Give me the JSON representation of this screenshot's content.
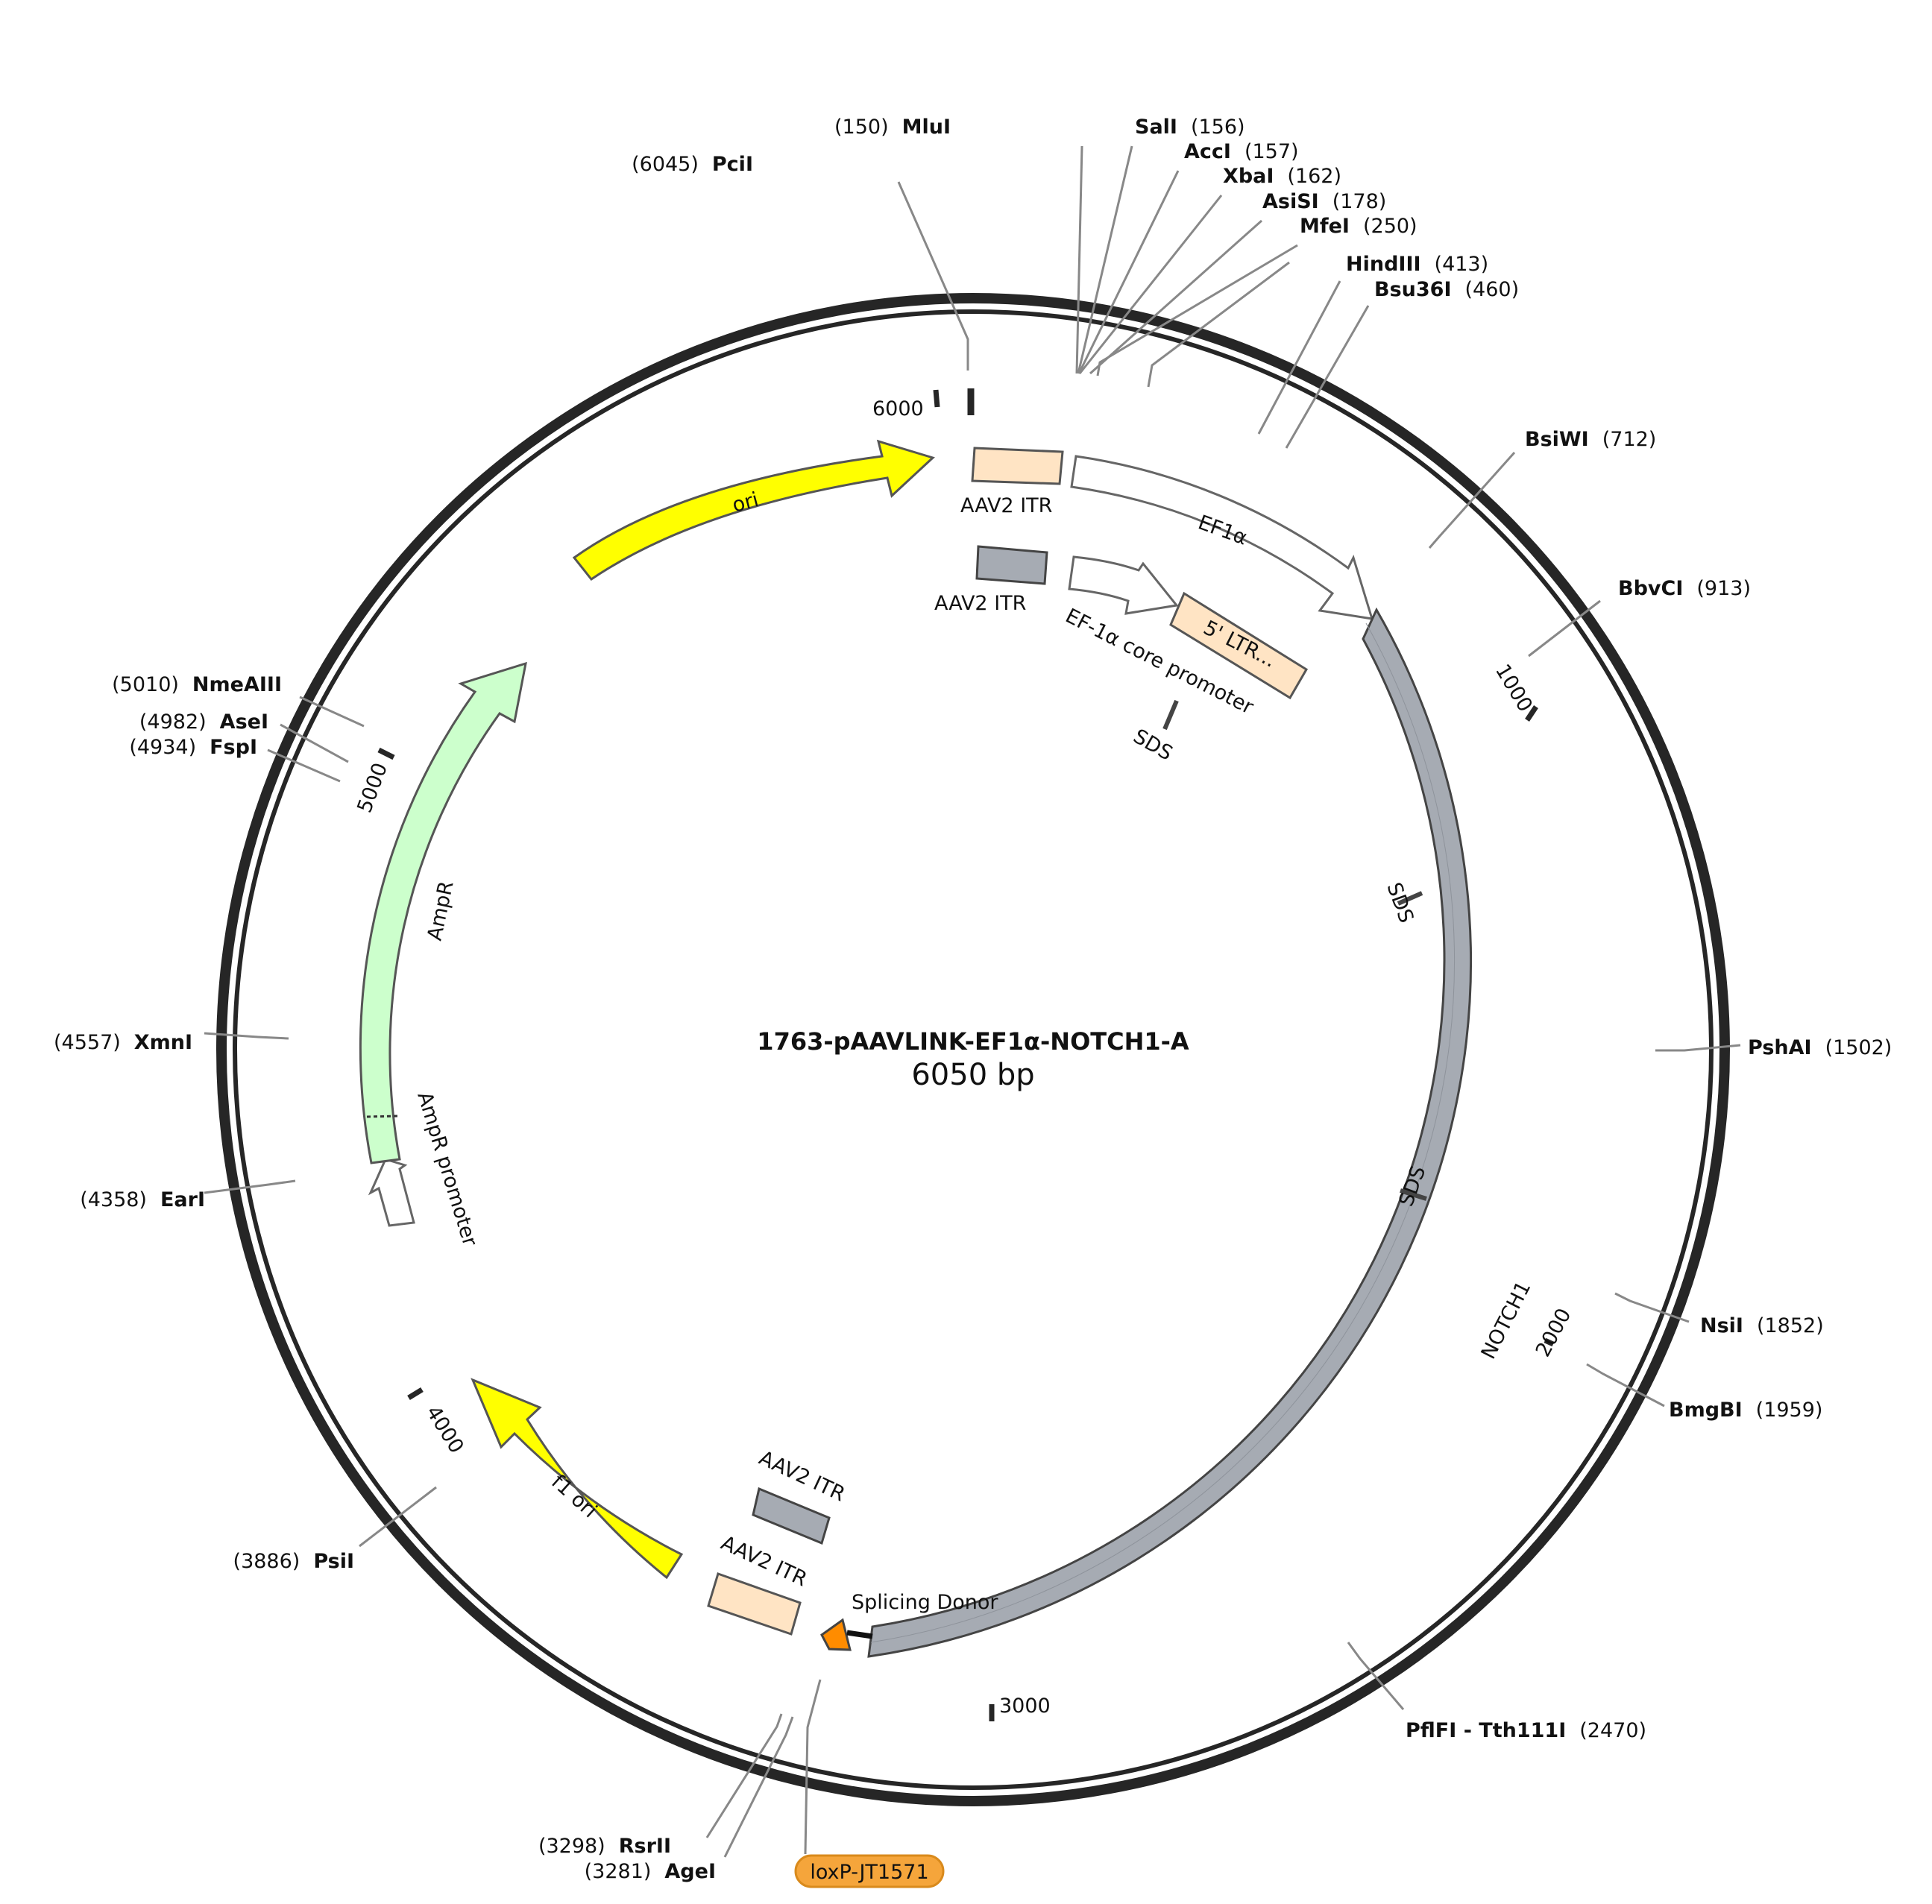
{
  "plasmid": {
    "name": "1763-pAAVLINK-EF1α-NOTCH1-A",
    "size": 6050,
    "size_label": "6050 bp"
  },
  "ticks": [
    {
      "bp": 1000,
      "label": "1000"
    },
    {
      "bp": 2000,
      "label": "2000"
    },
    {
      "bp": 3000,
      "label": "3000"
    },
    {
      "bp": 4000,
      "label": "4000"
    },
    {
      "bp": 5000,
      "label": "5000"
    },
    {
      "bp": 6000,
      "label": "6000"
    }
  ],
  "sites": [
    {
      "name": "PciI",
      "pos": "6045",
      "bp": 6045
    },
    {
      "name": "MluI",
      "pos": "150",
      "bp": 150
    },
    {
      "name": "SalI",
      "pos": "156",
      "bp": 156
    },
    {
      "name": "AccI",
      "pos": "157",
      "bp": 157
    },
    {
      "name": "XbaI",
      "pos": "162",
      "bp": 162
    },
    {
      "name": "AsiSI",
      "pos": "178",
      "bp": 178
    },
    {
      "name": "MfeI",
      "pos": "250",
      "bp": 250
    },
    {
      "name": "HindIII",
      "pos": "413",
      "bp": 413
    },
    {
      "name": "Bsu36I",
      "pos": "460",
      "bp": 460
    },
    {
      "name": "BsiWI",
      "pos": "712",
      "bp": 712
    },
    {
      "name": "BbvCI",
      "pos": "913",
      "bp": 913
    },
    {
      "name": "PshAI",
      "pos": "1502",
      "bp": 1502
    },
    {
      "name": "NsiI",
      "pos": "1852",
      "bp": 1852
    },
    {
      "name": "BmgBI",
      "pos": "1959",
      "bp": 1959
    },
    {
      "name": "PflFI - Tth111I",
      "pos": "2470",
      "bp": 2470
    },
    {
      "name": "AgeI",
      "pos": "3281",
      "bp": 3281
    },
    {
      "name": "RsrII",
      "pos": "3298",
      "bp": 3298
    },
    {
      "name": "PsiI",
      "pos": "3886",
      "bp": 3886
    },
    {
      "name": "EarI",
      "pos": "4358",
      "bp": 4358
    },
    {
      "name": "XmnI",
      "pos": "4557",
      "bp": 4557
    },
    {
      "name": "FspI",
      "pos": "4934",
      "bp": 4934
    },
    {
      "name": "AseI",
      "pos": "4982",
      "bp": 4982
    },
    {
      "name": "NmeAIII",
      "pos": "5010",
      "bp": 5010
    }
  ],
  "features": [
    {
      "id": "aav2-itr-1",
      "label": "AAV2 ITR",
      "color": "#ffe4c4"
    },
    {
      "id": "ef1a",
      "label": "EF1α",
      "color": "#ffffff"
    },
    {
      "id": "aav2-itr-2",
      "label": "AAV2 ITR",
      "color": "#a6abb3"
    },
    {
      "id": "ef1a-core",
      "label": "EF-1α core promoter",
      "color": "#ffffff"
    },
    {
      "id": "ltr",
      "label": "5' LTR...",
      "color": "#ffe4c4"
    },
    {
      "id": "notch1",
      "label": "NOTCH1",
      "color": "#a6abb3"
    },
    {
      "id": "splicing-donor",
      "label": "Splicing Donor",
      "color": "#ff8c00"
    },
    {
      "id": "aav2-itr-3",
      "label": "AAV2 ITR",
      "color": "#a6abb3"
    },
    {
      "id": "aav2-itr-4",
      "label": "AAV2 ITR",
      "color": "#ffe4c4"
    },
    {
      "id": "f1ori",
      "label": "f1 ori",
      "color": "#ffff00"
    },
    {
      "id": "ampr-promoter",
      "label": "AmpR promoter",
      "color": "#ffffff"
    },
    {
      "id": "ampr",
      "label": "AmpR",
      "color": "#ccffcc"
    },
    {
      "id": "ori",
      "label": "ori",
      "color": "#ffff00"
    }
  ],
  "sds_labels": [
    "SDS",
    "SDS",
    "SDS"
  ],
  "loxp": {
    "label": "loxP-JT1571",
    "color": "#f5a53b"
  }
}
